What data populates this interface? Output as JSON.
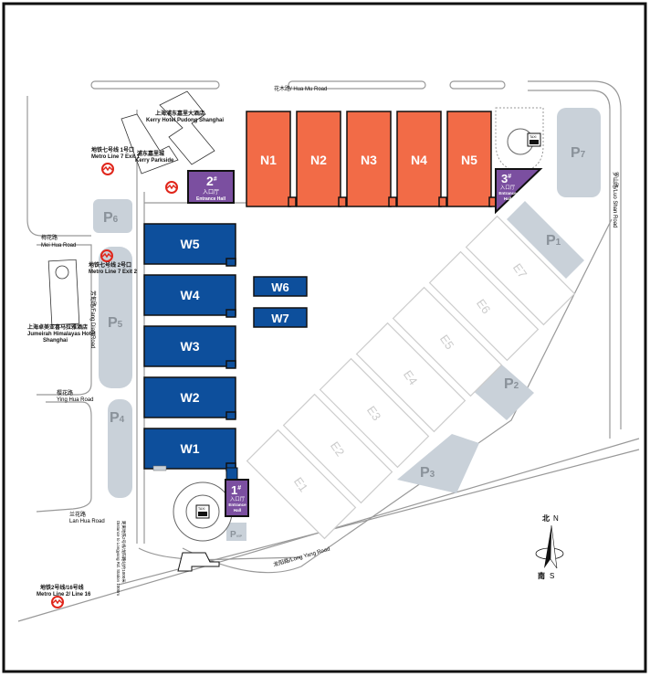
{
  "roads": {
    "hua_mu": "花木路/ Hua Mu Road",
    "mei_hua_cn": "梅花路",
    "mei_hua_en": "Mei Hua Road",
    "ying_hua_cn": "樱花路",
    "ying_hua_en": "Ying Hua Road",
    "lan_hua_cn": "兰花路",
    "lan_hua_en": "Lan Hua Road",
    "fang_dian": "芳甸路/Fang Dian Road",
    "luo_shan": "罗山路/Luo Shan Road",
    "long_yang": "龙阳路/Long Yang Road"
  },
  "landmarks": {
    "kerry_hotel_cn": "上海浦东嘉里大酒店",
    "kerry_hotel_en": "Kerry Hotel Pudong Shanghai",
    "kerry_parkside_cn": "浦东嘉里城",
    "kerry_parkside_en": "Kerry Parkside",
    "jumeirah_cn": "上海卓美亚喜马拉雅酒店",
    "jumeirah_en": "Jumeirah Himalayas Hotel",
    "jumeirah_en2": "Shanghai",
    "metro7_exit1_cn": "地铁七号线 1号口",
    "metro7_exit1_en": "Metro Line 7 Exit 1",
    "metro7_exit2_cn": "地铁七号线 2号口",
    "metro7_exit2_en": "Metro Line 7 Exit 2",
    "metro2_16_cn": "地铁2号线/16号线",
    "metro2_16_en": "Metro Line 2/ Line 16",
    "longyang_station_1": "距离地铁2号线/龙阳路站约1000米",
    "longyang_station_2": "Distance to Longyang Rd. Station 1000m"
  },
  "halls": {
    "north": [
      "N1",
      "N2",
      "N3",
      "N4",
      "N5"
    ],
    "west": [
      "W5",
      "W4",
      "W3",
      "W2",
      "W1"
    ],
    "west_small": [
      "W6",
      "W7"
    ],
    "east": [
      "E1",
      "E2",
      "E3",
      "E4",
      "E5",
      "E6",
      "E7"
    ]
  },
  "entrances": [
    {
      "num": "1",
      "sup": "#",
      "cn": "入口厅",
      "en1": "Entrance",
      "en2": "Hall"
    },
    {
      "num": "2",
      "sup": "#",
      "cn": "入口厅",
      "en1": "Entrance Hall",
      "en2": ""
    },
    {
      "num": "3",
      "sup": "#",
      "cn": "入口厅",
      "en1": "Entrance",
      "en2": "Hall"
    }
  ],
  "parking": {
    "p": "P",
    "nums": [
      "1",
      "2",
      "3",
      "4",
      "5",
      "6",
      "7"
    ],
    "vip": "VIP"
  },
  "taxi": "TAXI",
  "compass": {
    "north_cn": "北",
    "north_en": "N",
    "south_cn": "南",
    "south_en": "S"
  },
  "colors": {
    "north_hall": "#f26b47",
    "west_hall": "#0d4f9c",
    "entrance": "#7b4fa0",
    "parking": "#c9d1d9",
    "metro": "#e0261b"
  }
}
